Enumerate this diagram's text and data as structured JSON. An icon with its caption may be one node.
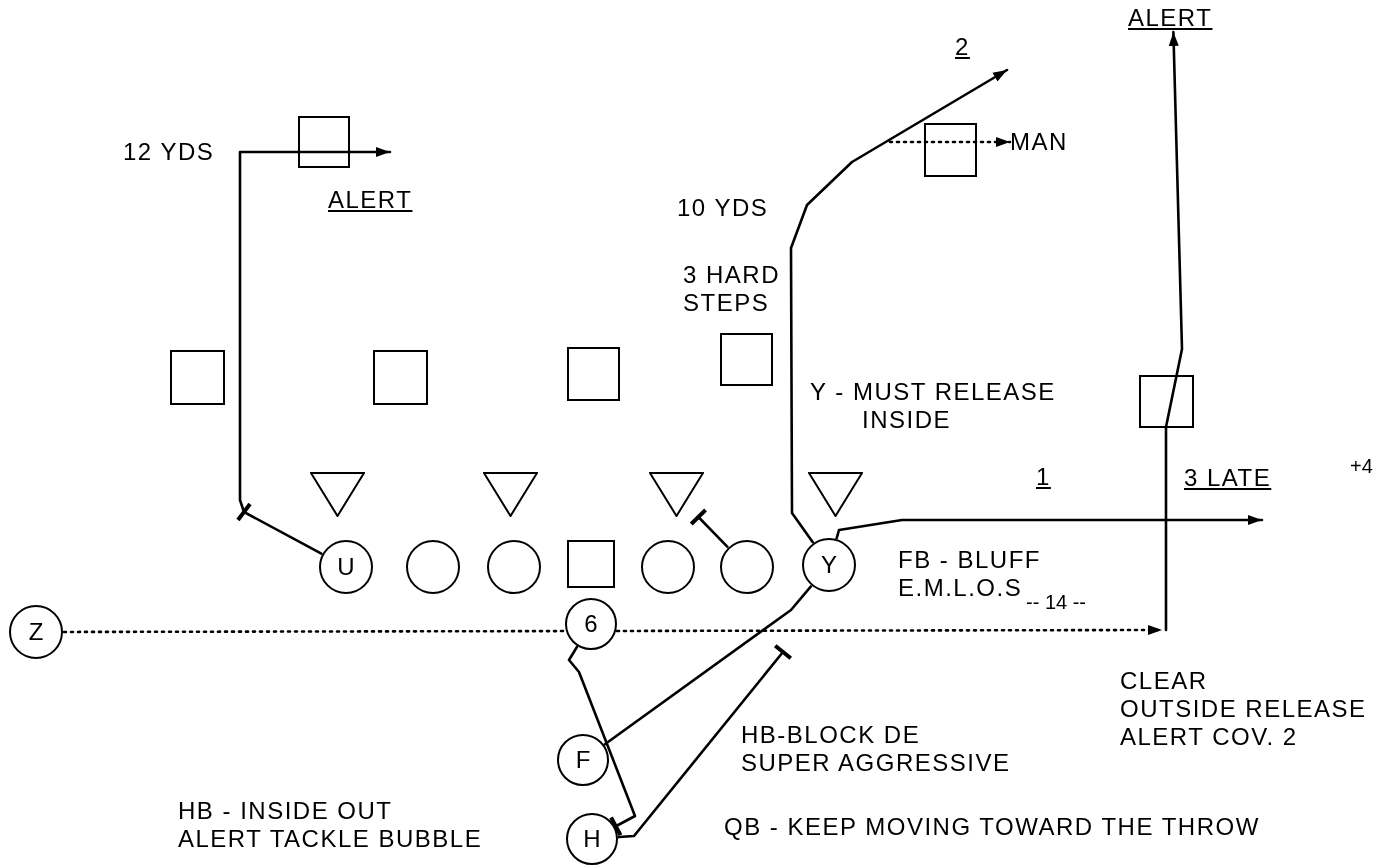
{
  "diagram": {
    "nodes": [
      {
        "text": [
          "ALERT"
        ]
      },
      {
        "text": [],
        "shape": "box"
      },
      {
        "text": [
          "MAN"
        ]
      },
      {
        "text": [],
        "shape": "box"
      },
      {
        "text": [],
        "shape": "box"
      },
      {
        "text": [],
        "shape": "box"
      },
      {
        "text": [],
        "shape": "box"
      },
      {
        "text": [],
        "shape": "box"
      },
      {
        "text": [],
        "shape": "box"
      },
      {
        "text": [],
        "shape": "triangle"
      },
      {
        "text": [],
        "shape": "triangle"
      },
      {
        "text": [],
        "shape": "triangle"
      },
      {
        "text": [],
        "shape": "triangle"
      },
      {
        "text": [
          "U"
        ]
      },
      {
        "text": [],
        "shape": "circle"
      },
      {
        "text": [],
        "shape": "circle"
      },
      {
        "text": [],
        "shape": "box"
      },
      {
        "text": [],
        "shape": "circle"
      },
      {
        "text": [],
        "shape": "circle"
      },
      {
        "text": [
          "Y"
        ]
      },
      {
        "text": [
          "Z"
        ]
      },
      {
        "text": [
          "6"
        ]
      },
      {
        "text": [
          "F"
        ]
      },
      {
        "text": [
          "H"
        ]
      }
    ],
    "edges": [
      {
        "from": 13,
        "to": null,
        "arrow": "to"
      },
      {
        "from": 18,
        "to": 11,
        "arrow": "other"
      },
      {
        "from": 19,
        "to": null,
        "arrow": "to"
      },
      {
        "from": 19,
        "to": null,
        "arrow": "to"
      },
      {
        "from": null,
        "to": 2,
        "arrow": "to",
        "style": "dashed"
      },
      {
        "from": 20,
        "to": null,
        "arrow": "to",
        "style": "dashed"
      },
      {
        "from": null,
        "to": 0,
        "arrow": "to"
      },
      {
        "from": 21,
        "to": 23,
        "arrow": "other"
      },
      {
        "from": 22,
        "to": 19,
        "arrow": "none"
      },
      {
        "from": 23,
        "to": null,
        "arrow": "other"
      }
    ],
    "labels": [
      "12 YDS",
      "ALERT",
      "2",
      "10 YDS",
      "3 HARD STEPS",
      "Y - MUST RELEASE INSIDE",
      "1",
      "3 LATE",
      "+4",
      "FB - BLUFF E.M.L.O.S",
      "-- 14 --",
      "CLEAR OUTSIDE RELEASE ALERT COV. 2",
      "HB-BLOCK DE SUPER AGGRESSIVE",
      "HB - INSIDE OUT ALERT TACKLE BUBBLE",
      "QB - KEEP MOVING TOWARD THE THROW"
    ]
  }
}
